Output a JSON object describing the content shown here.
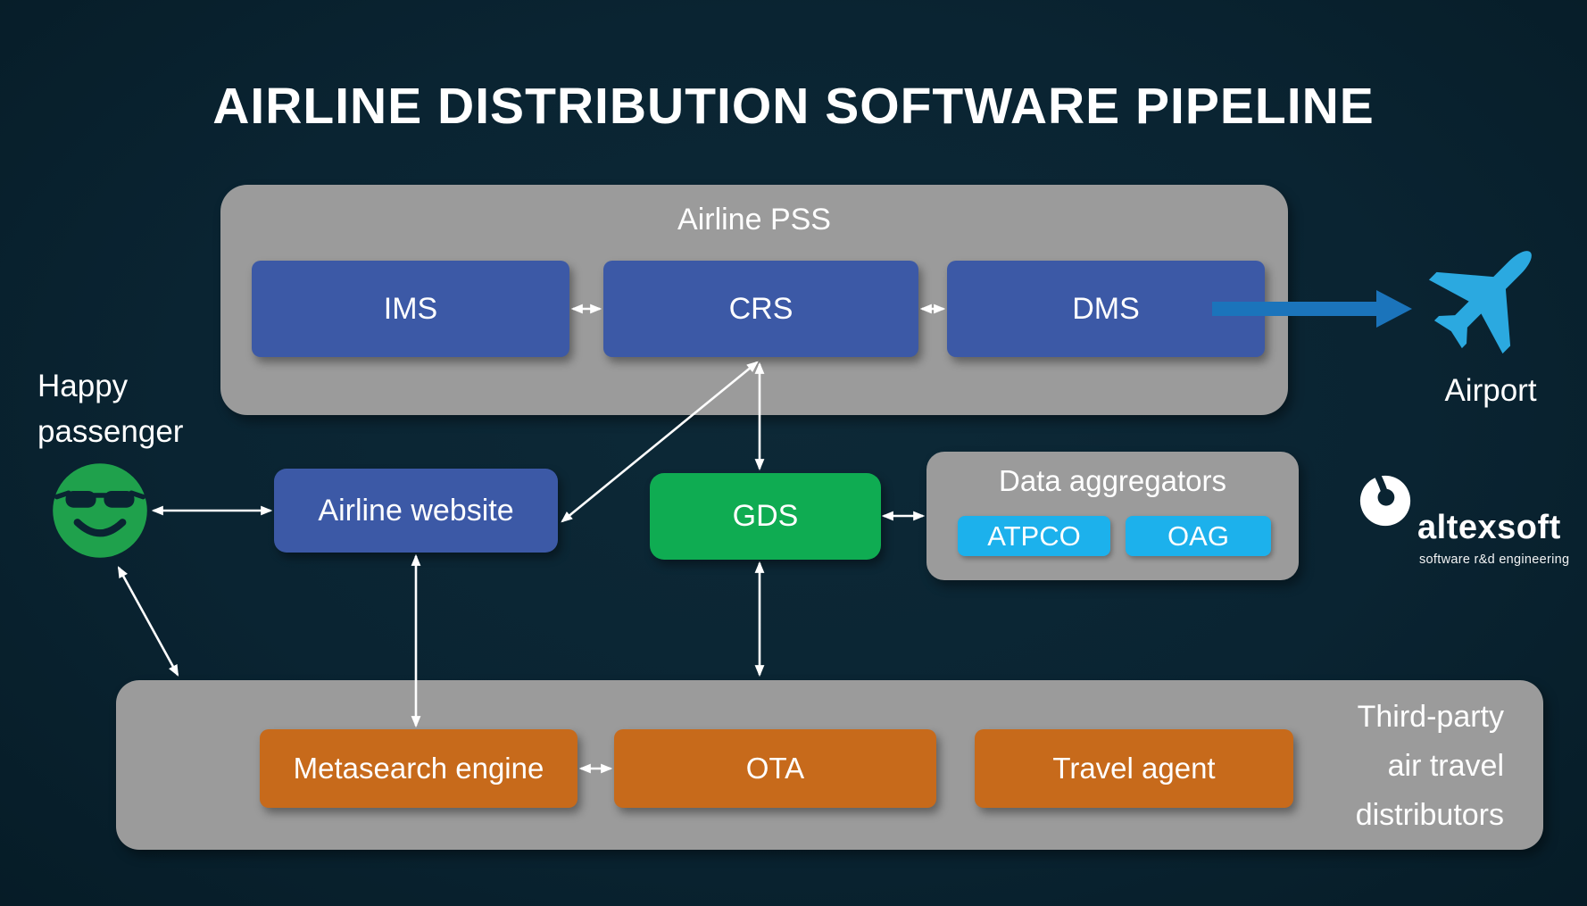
{
  "title": "AIRLINE DISTRIBUTION SOFTWARE PIPELINE",
  "pss": {
    "label": "Airline PSS",
    "modules": [
      {
        "label": "IMS"
      },
      {
        "label": "CRS"
      },
      {
        "label": "DMS"
      }
    ]
  },
  "airport": {
    "label": "Airport"
  },
  "passenger": {
    "label": "Happy passenger"
  },
  "airline_website": {
    "label": "Airline website"
  },
  "gds": {
    "label": "GDS"
  },
  "data_aggregators": {
    "label": "Data aggregators",
    "items": [
      {
        "label": "ATPCO"
      },
      {
        "label": "OAG"
      }
    ]
  },
  "third_party": {
    "label": "Third-party air travel distributors",
    "items": [
      {
        "label": "Metasearch engine"
      },
      {
        "label": "OTA"
      },
      {
        "label": "Travel agent"
      }
    ]
  },
  "logo": {
    "name": "altexsoft",
    "tagline": "software r&d engineering"
  },
  "colors": {
    "background": "#0A2432",
    "panel_gray": "#9B9B9B",
    "module_blue": "#3C59A6",
    "gds_green": "#0FAC52",
    "aggregator_cyan": "#1CB1EC",
    "distributor_orange": "#C76A1B",
    "airport_arrow_blue": "#1B74BB",
    "plane_blue": "#2BA9E0",
    "smiley_green": "#1FA14C",
    "text": "#FFFFFF"
  }
}
